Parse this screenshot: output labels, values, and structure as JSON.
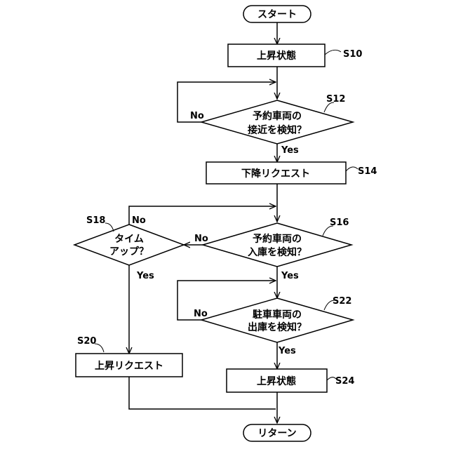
{
  "start": "スタート",
  "end": "リターン",
  "nodes": {
    "s10": {
      "text": "上昇状態",
      "step": "S10"
    },
    "s12": {
      "line1": "予約車両の",
      "line2": "接近を検知？",
      "step": "S12"
    },
    "s14": {
      "text": "下降リクエスト",
      "step": "S14"
    },
    "s16": {
      "line1": "予約車両の",
      "line2": "入庫を検知？",
      "step": "S16"
    },
    "s18": {
      "line1": "タイム",
      "line2": "アップ？",
      "step": "S18"
    },
    "s20": {
      "text": "上昇リクエスト",
      "step": "S20"
    },
    "s22": {
      "line1": "駐車車両の",
      "line2": "出庫を検知？",
      "step": "S22"
    },
    "s24": {
      "text": "上昇状態",
      "step": "S24"
    }
  },
  "labels": {
    "no": "No",
    "yes": "Yes"
  }
}
